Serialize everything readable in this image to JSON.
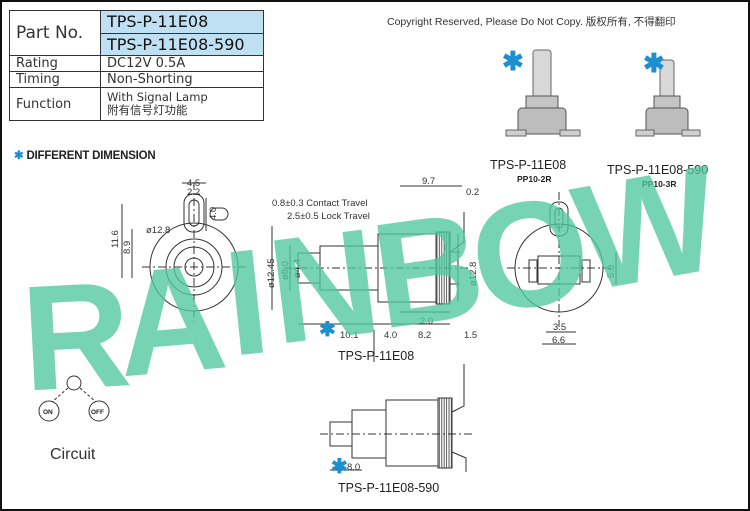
{
  "spec_table": {
    "part_no_label": "Part No.",
    "part_numbers": [
      "TPS-P-11E08",
      "TPS-P-11E08-590"
    ],
    "rows": [
      {
        "label": "Rating",
        "value_lines": [
          "DC12V  0.5A"
        ]
      },
      {
        "label": "Timing",
        "value_lines": [
          "Non-Shorting"
        ]
      },
      {
        "label": "Function",
        "value_lines": [
          "With Signal Lamp",
          "附有信号灯功能"
        ]
      }
    ]
  },
  "copyright": "Copyright Reserved, Please Do Not Copy. 版权所有, 不得翻印",
  "different_dimension": "DIFFERENT DIMENSION",
  "star_symbol": "✱",
  "products": [
    {
      "name": "TPS-P-11E08",
      "shaft": "PP10-2R"
    },
    {
      "name": "TPS-P-11E08-590",
      "shaft": "PP10-3R"
    }
  ],
  "watermark": [
    "R",
    "A",
    "I",
    "N",
    "B",
    "O",
    "W"
  ],
  "circuit": {
    "title": "Circuit",
    "on": "ON",
    "off": "OFF"
  },
  "dimensions": {
    "d4_5": "4.5",
    "d2_2": "2.2",
    "d4_0": "4.0",
    "d11_6": "11.6",
    "d8_9": "8.9",
    "d12_8a": "ø12.8",
    "d9_7": "9.7",
    "d0_2": "0.2",
    "contact": "0.8±0.3 Contact Travel",
    "lock": "2.5±0.5 Lock Travel",
    "d12_45": "ø12.45",
    "d8_0": "ø8.0",
    "d4_4": "ø4.4",
    "d12_8b": "ø12.8",
    "d10_1": "10.1",
    "d4_0b": "4.0",
    "d8_2": "8.2",
    "d2_0": "2.0",
    "d1_5": "1.5",
    "d5_0": "5.0",
    "d3_5": "3.5",
    "d6_6": "6.6",
    "d8_0b": "8.0"
  },
  "view_labels": {
    "side": "TPS-P-11E08",
    "bottom": "TPS-P-11E08-590"
  },
  "colors": {
    "accent_blue": "#1b8fd0",
    "highlight": "#bfe0f3",
    "watermark": "#4fc8a0"
  }
}
